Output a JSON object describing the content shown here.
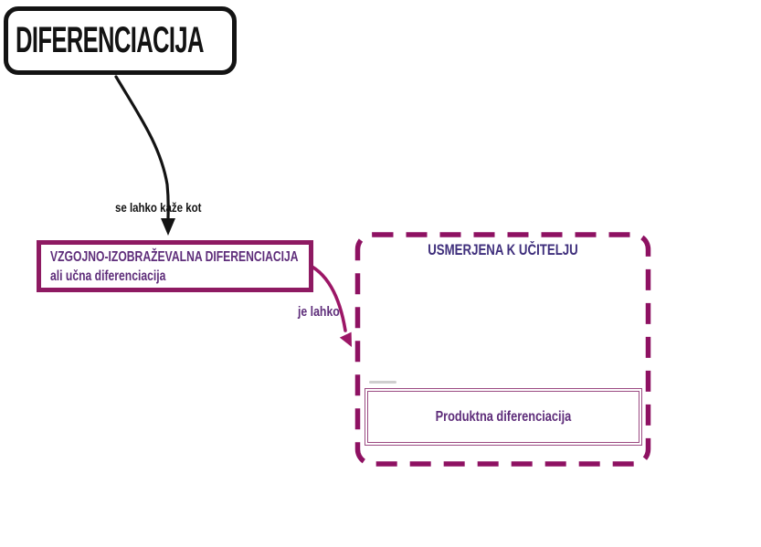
{
  "diagram": {
    "title_node": {
      "label": "DIFERENCIACIJA"
    },
    "edge_root_to_vzgojno": {
      "label": "se lahko kaže kot"
    },
    "node_vzgojno": {
      "line1": "VZGOJNO-IZOBRAŽEVALNA DIFERENCIACIJA",
      "line2": "ali učna diferenciacija"
    },
    "edge_vzgojno_to_group": {
      "label": "je lahko"
    },
    "group_usmerjena": {
      "title": "USMERJENA K UČITELJU"
    },
    "node_produktna": {
      "label": "Produktna diferenciacija"
    },
    "colors": {
      "outline_black": "#131313",
      "accent_magenta": "#8e1162",
      "node_border_magenta": "#8e1a62",
      "text_purple": "#5e2d7a",
      "group_title_purple": "#3f2f7c",
      "inner_box_magenta": "#9b4a82"
    }
  }
}
